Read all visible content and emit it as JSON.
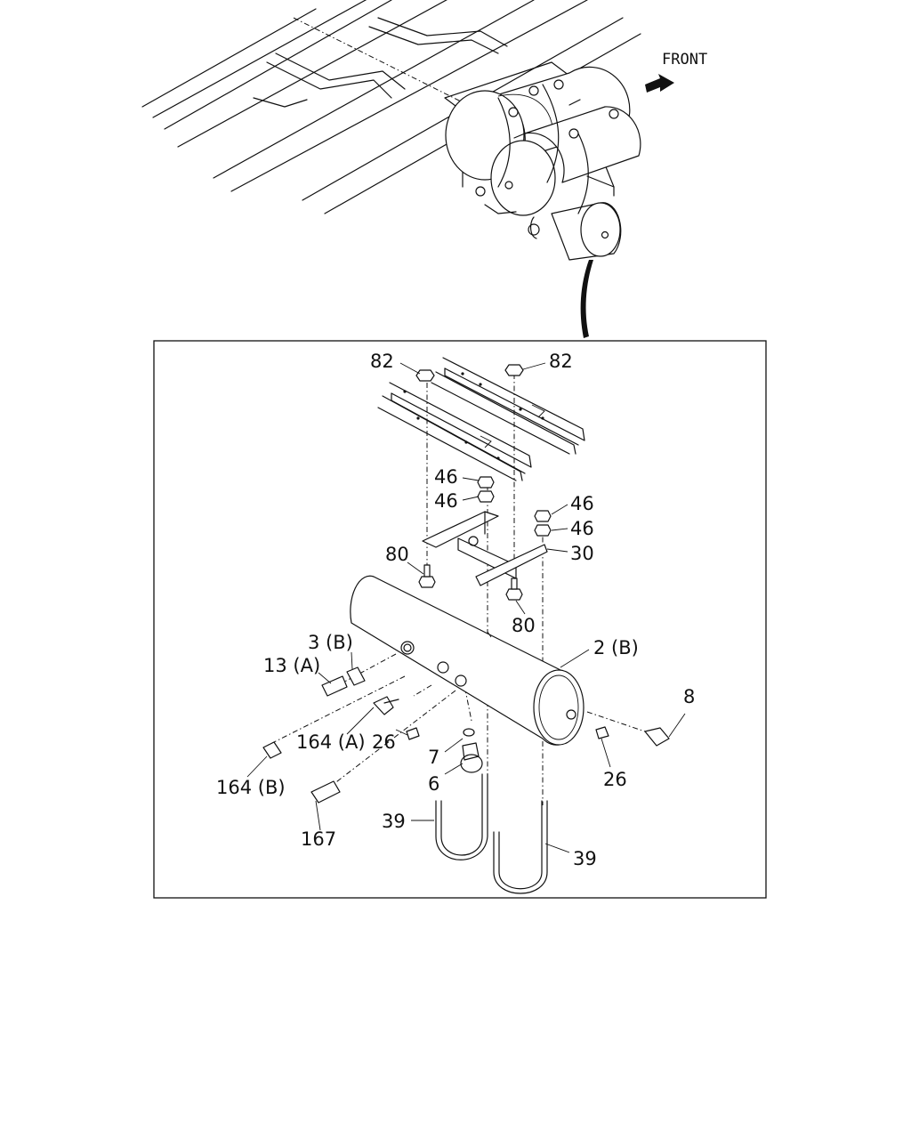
{
  "front_label": "FRONT",
  "labels": {
    "l82a": "82",
    "l82b": "82",
    "l46a": "46",
    "l46b": "46",
    "l46c": "46",
    "l46d": "46",
    "l30": "30",
    "l80a": "80",
    "l80b": "80",
    "l2b": "2 (B)",
    "l3b": "3 (B)",
    "l13a": "13 (A)",
    "l8": "8",
    "l164a": "164 (A)",
    "l26a": "26",
    "l26b": "26",
    "l164b": "164 (B)",
    "l7": "7",
    "l6": "6",
    "l167": "167",
    "l39a": "39",
    "l39b": "39"
  }
}
